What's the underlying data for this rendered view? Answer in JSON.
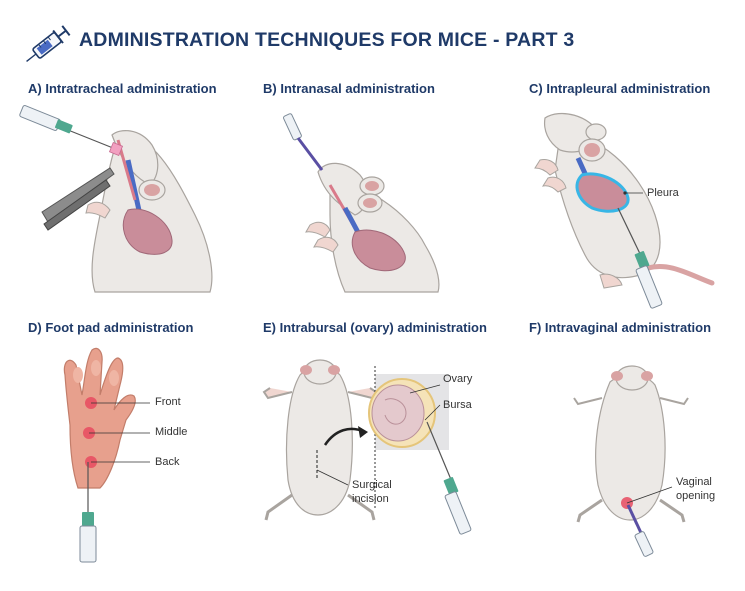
{
  "header": {
    "title": "ADMINISTRATION TECHNIQUES FOR MICE - PART 3",
    "icon": "syringe-icon"
  },
  "panels": [
    {
      "id": "A",
      "title": "A) Intratracheal administration",
      "labels": []
    },
    {
      "id": "B",
      "title": "B) Intranasal administration",
      "labels": []
    },
    {
      "id": "C",
      "title": "C) Intrapleural administration",
      "labels": [
        "Pleura"
      ]
    },
    {
      "id": "D",
      "title": "D) Foot pad administration",
      "labels": [
        "Front",
        "Middle",
        "Back"
      ]
    },
    {
      "id": "E",
      "title": "E) Intrabursal (ovary) administration",
      "labels": [
        "Ovary",
        "Bursa",
        "Surgical",
        "incision"
      ]
    },
    {
      "id": "F",
      "title": "F) Intravaginal administration",
      "labels": [
        "Vaginal",
        "opening"
      ]
    }
  ],
  "colors": {
    "title": "#1f3a68",
    "mouse_fur": "#ece9e6",
    "mouse_outline": "#a9a49f",
    "ear_pink": "#d9a3a3",
    "lung": "#c98d9a",
    "trachea": "#4a6bc4",
    "syringe_green": "#4fa88f",
    "pleura_outline": "#38b6e6",
    "injection_red": "#e84a5f",
    "foot_skin": "#e7a08d"
  }
}
